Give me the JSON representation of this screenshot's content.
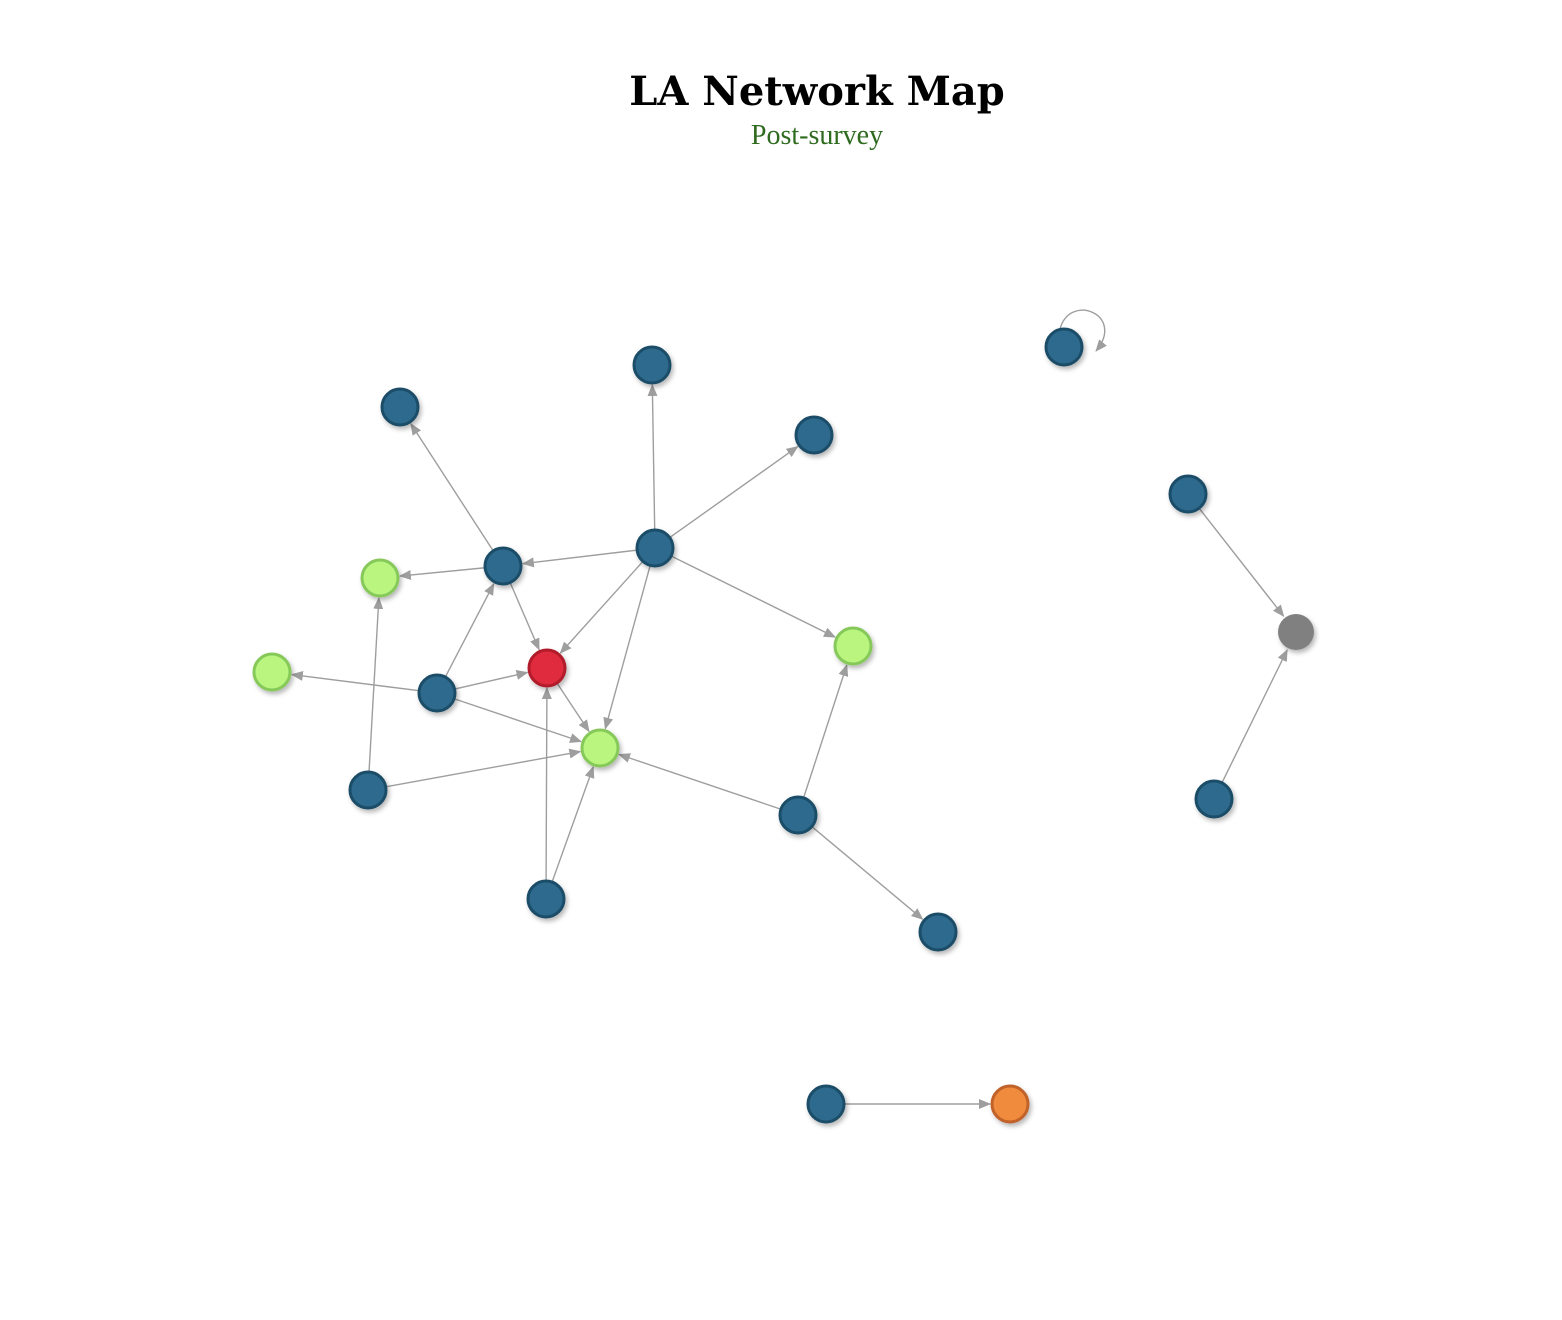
{
  "header": {
    "title": "LA Network Map",
    "subtitle": "Post-survey"
  },
  "colors": {
    "subtitle": "#2e6b1f",
    "edge": "#9e9e9e",
    "node_default": "#2e6b8e",
    "node_default_border": "#1d4d68",
    "node_highlight": "#e02b3c",
    "node_highlight_border": "#b01e2c",
    "node_target": "#b9f57f",
    "node_target_border": "#86c95a",
    "node_orange": "#f08a3c",
    "node_orange_border": "#c0622a",
    "node_gray": "#808080"
  },
  "network": {
    "nodes": [
      {
        "id": "n1",
        "type": "default"
      },
      {
        "id": "n2",
        "type": "default"
      },
      {
        "id": "n3",
        "type": "default"
      },
      {
        "id": "n4",
        "type": "default"
      },
      {
        "id": "n5",
        "type": "default"
      },
      {
        "id": "n6",
        "type": "target"
      },
      {
        "id": "n7",
        "type": "target"
      },
      {
        "id": "n8",
        "type": "default"
      },
      {
        "id": "n9",
        "type": "highlight"
      },
      {
        "id": "n10",
        "type": "target"
      },
      {
        "id": "n11",
        "type": "default"
      },
      {
        "id": "n12",
        "type": "target"
      },
      {
        "id": "n13",
        "type": "default"
      },
      {
        "id": "n14",
        "type": "default"
      },
      {
        "id": "n15",
        "type": "default"
      },
      {
        "id": "n16",
        "type": "default"
      },
      {
        "id": "n17",
        "type": "default"
      },
      {
        "id": "n18",
        "type": "gray"
      },
      {
        "id": "n19",
        "type": "default"
      },
      {
        "id": "n20",
        "type": "default"
      },
      {
        "id": "n21",
        "type": "orange"
      }
    ],
    "edges": [
      {
        "from": "n5",
        "to": "n1"
      },
      {
        "from": "n5",
        "to": "n6"
      },
      {
        "from": "n5",
        "to": "n9"
      },
      {
        "from": "n4",
        "to": "n2"
      },
      {
        "from": "n4",
        "to": "n3"
      },
      {
        "from": "n4",
        "to": "n5"
      },
      {
        "from": "n4",
        "to": "n9"
      },
      {
        "from": "n4",
        "to": "n10"
      },
      {
        "from": "n4",
        "to": "n12"
      },
      {
        "from": "n8",
        "to": "n7"
      },
      {
        "from": "n8",
        "to": "n5"
      },
      {
        "from": "n8",
        "to": "n9"
      },
      {
        "from": "n8",
        "to": "n10"
      },
      {
        "from": "n9",
        "to": "n10"
      },
      {
        "from": "n11",
        "to": "n6"
      },
      {
        "from": "n11",
        "to": "n10"
      },
      {
        "from": "n13",
        "to": "n9"
      },
      {
        "from": "n13",
        "to": "n10"
      },
      {
        "from": "n14",
        "to": "n10"
      },
      {
        "from": "n14",
        "to": "n12"
      },
      {
        "from": "n14",
        "to": "n15"
      },
      {
        "from": "n16",
        "to": "n16"
      },
      {
        "from": "n17",
        "to": "n18"
      },
      {
        "from": "n19",
        "to": "n18"
      },
      {
        "from": "n20",
        "to": "n21"
      }
    ]
  }
}
